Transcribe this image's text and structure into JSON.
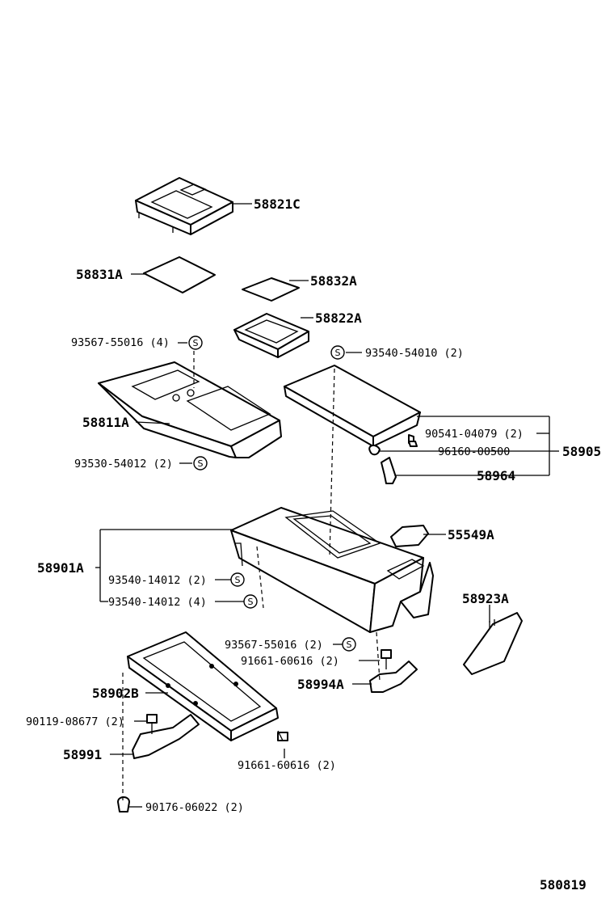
{
  "diagram_id": "580819",
  "symbol": "S",
  "parts": {
    "p58821C": "58821C",
    "p58831A": "58831A",
    "p58832A": "58832A",
    "p58822A": "58822A",
    "p93567_4": "93567-55016 (4)",
    "p93540_54010": "93540-54010 (2)",
    "p58811A": "58811A",
    "p90541": "90541-04079 (2)",
    "p96160": "96160-00500",
    "p58905": "58905",
    "p58964": "58964",
    "p93530": "93530-54012 (2)",
    "p55549A": "55549A",
    "p58901A": "58901A",
    "p93540_14012_2": "93540-14012 (2)",
    "p93540_14012_4": "93540-14012 (4)",
    "p58923A": "58923A",
    "p93567_2": "93567-55016 (2)",
    "p91661_a": "91661-60616 (2)",
    "p58994A": "58994A",
    "p58902B": "58902B",
    "p90119": "90119-08677 (2)",
    "p58991": "58991",
    "p91661_b": "91661-60616 (2)",
    "p90176": "90176-06022 (2)"
  }
}
